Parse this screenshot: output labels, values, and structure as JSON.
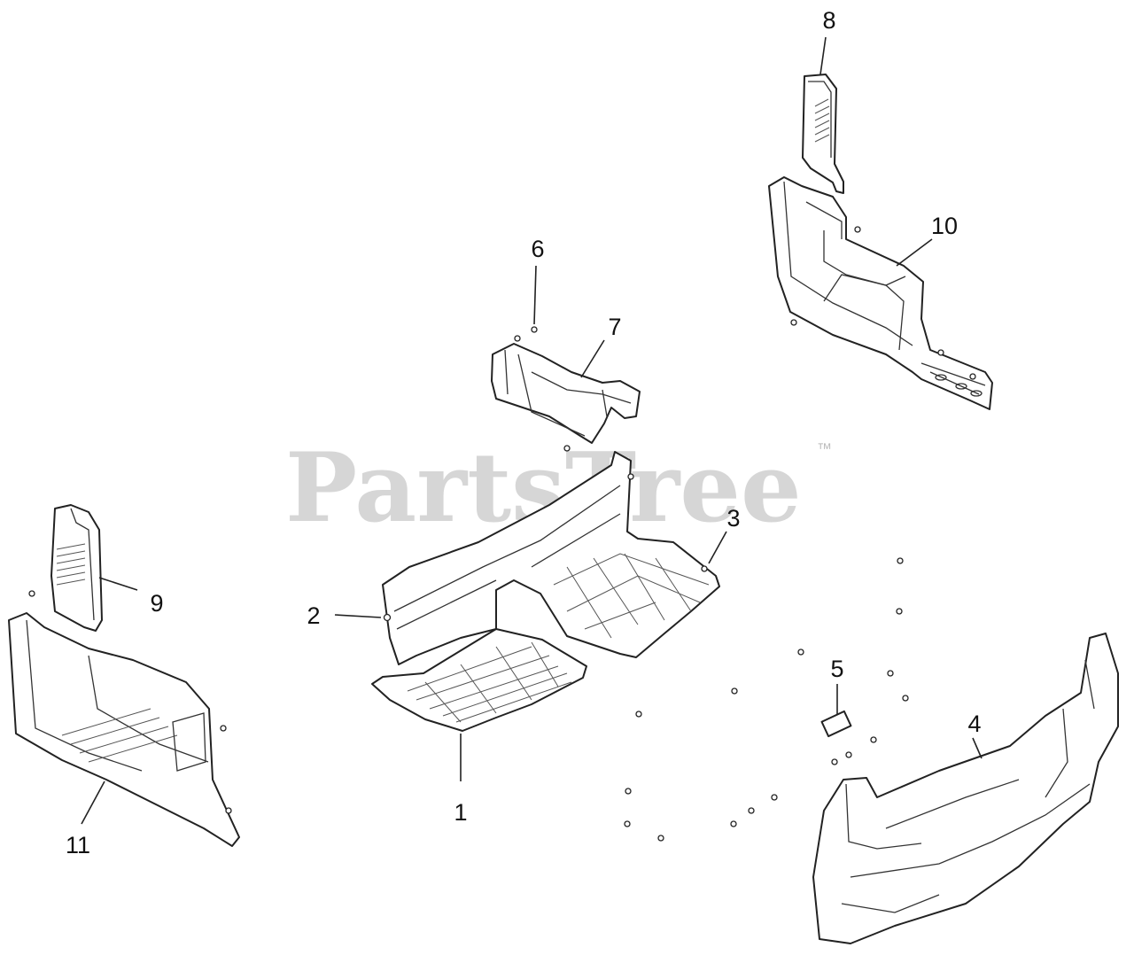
{
  "watermark": {
    "text": "PartsTree",
    "trademark": "™"
  },
  "callouts": [
    "1",
    "2",
    "3",
    "4",
    "5",
    "6",
    "7",
    "8",
    "9",
    "10",
    "11"
  ]
}
